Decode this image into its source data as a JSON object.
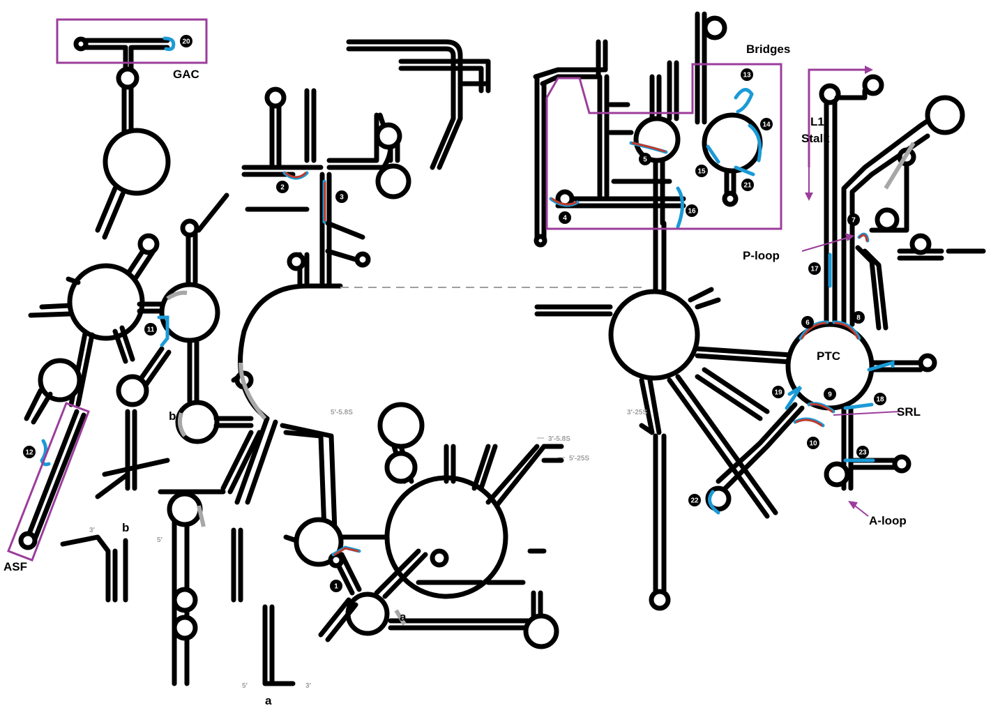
{
  "colors": {
    "structure": "#000000",
    "highlight_blue": "#1b9ad6",
    "highlight_red": "#c0392b",
    "region_box": "#9b3d9b",
    "unresolved": "#a7a7a7",
    "dashed_connector": "#9e9e9e"
  },
  "labels": {
    "gac": "GAC",
    "asf": "ASF",
    "bridges": "Bridges",
    "l1_line1": "L1",
    "l1_line2": "Stalk",
    "ptc": "PTC",
    "p_loop": "P-loop",
    "srl": "SRL",
    "a_loop": "A-loop",
    "junction_a": "a",
    "junction_b": "b"
  },
  "terminal_labels": {
    "five_58s": "5′-5.8S",
    "three_58s": "3′-5.8S",
    "five_25s": "5′-25S",
    "three_25s": "3′-25S",
    "three_prime": "3′",
    "five_prime": "5′"
  },
  "numbered_markers": [
    "1",
    "2",
    "3",
    "4",
    "5",
    "6",
    "7",
    "8",
    "9",
    "10",
    "11",
    "12",
    "13",
    "14",
    "15",
    "16",
    "17",
    "18",
    "19",
    "20",
    "21",
    "22",
    "23"
  ]
}
